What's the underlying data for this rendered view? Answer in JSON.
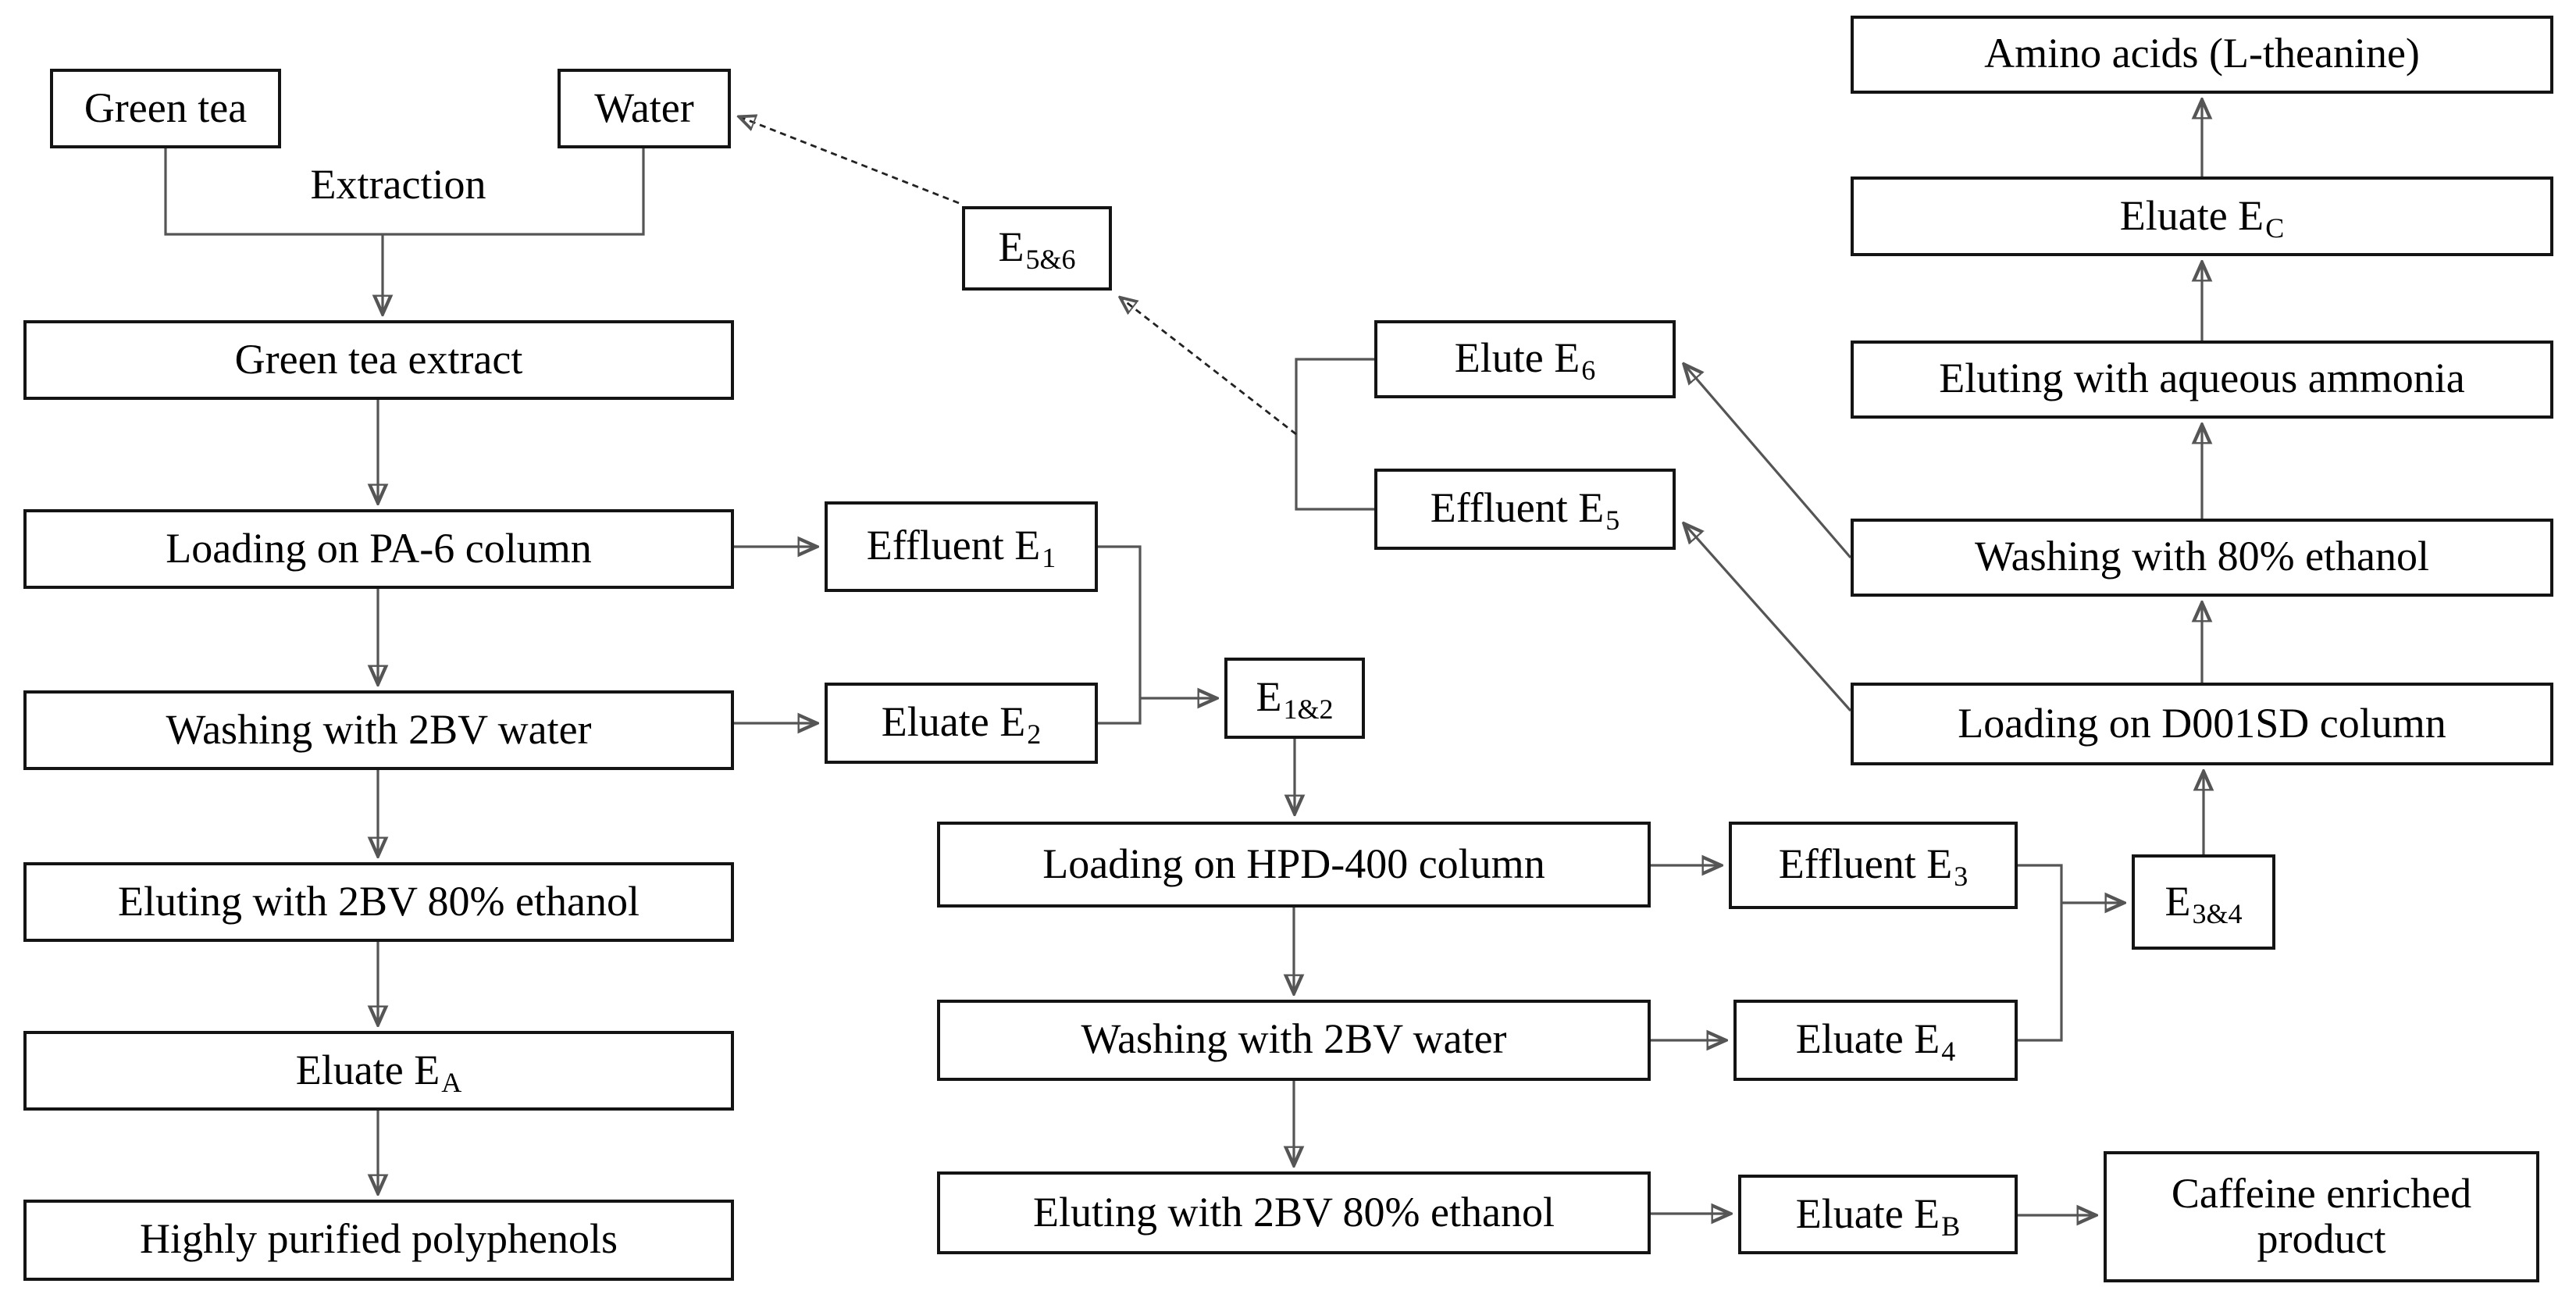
{
  "diagram": {
    "labels": {
      "extraction": "Extraction"
    },
    "nodes": {
      "green_tea": {
        "text": "Green tea"
      },
      "water": {
        "text": "Water"
      },
      "green_tea_extract": {
        "text": "Green tea extract"
      },
      "loading_pa6": {
        "text": "Loading on PA-6 column"
      },
      "washing_2bv_left": {
        "text": "Washing with 2BV water"
      },
      "eluting_2bv_left": {
        "text": "Eluting with 2BV 80% ethanol"
      },
      "eluate_ea": {
        "text": "Eluate E",
        "sub": "A"
      },
      "highly_purified": {
        "text": "Highly purified polyphenols"
      },
      "effluent_e1": {
        "text": "Effluent E",
        "sub": "1"
      },
      "eluate_e2": {
        "text": "Eluate E",
        "sub": "2"
      },
      "e12": {
        "text": "E",
        "sub": "1&2"
      },
      "loading_hpd400": {
        "text": "Loading on HPD-400 column"
      },
      "washing_2bv_mid": {
        "text": "Washing with 2BV water"
      },
      "eluting_2bv_mid": {
        "text": "Eluting with 2BV 80% ethanol"
      },
      "effluent_e3": {
        "text": "Effluent E",
        "sub": "3"
      },
      "eluate_e4": {
        "text": "Eluate E",
        "sub": "4"
      },
      "e34": {
        "text": "E",
        "sub": "3&4"
      },
      "eluate_eb": {
        "text": "Eluate E",
        "sub": "B"
      },
      "caffeine": {
        "text": "Caffeine enriched product"
      },
      "amino_acids": {
        "text": "Amino acids (L-theanine)"
      },
      "eluate_ec": {
        "text": "Eluate E",
        "sub": "C"
      },
      "eluting_ammonia": {
        "text": "Eluting with aqueous ammonia"
      },
      "washing_80": {
        "text": "Washing with 80% ethanol"
      },
      "loading_d001sd": {
        "text": "Loading on D001SD column"
      },
      "e56": {
        "text": "E",
        "sub": "5&6"
      },
      "elute_e6": {
        "text": "Elute E",
        "sub": "6"
      },
      "effluent_e5": {
        "text": "Effluent E",
        "sub": "5"
      }
    },
    "edges": [
      {
        "from": [
          "green_tea",
          "water"
        ],
        "to": "green_tea_extract",
        "label": "Extraction",
        "style": "solid"
      },
      {
        "from": "green_tea_extract",
        "to": "loading_pa6",
        "style": "solid"
      },
      {
        "from": "loading_pa6",
        "to": "effluent_e1",
        "style": "solid"
      },
      {
        "from": "loading_pa6",
        "to": "washing_2bv_left",
        "style": "solid"
      },
      {
        "from": "washing_2bv_left",
        "to": "eluate_e2",
        "style": "solid"
      },
      {
        "from": "washing_2bv_left",
        "to": "eluting_2bv_left",
        "style": "solid"
      },
      {
        "from": "eluting_2bv_left",
        "to": "eluate_ea",
        "style": "solid"
      },
      {
        "from": "eluate_ea",
        "to": "highly_purified",
        "style": "solid"
      },
      {
        "from": [
          "effluent_e1",
          "eluate_e2"
        ],
        "to": "e12",
        "style": "solid"
      },
      {
        "from": "e12",
        "to": "loading_hpd400",
        "style": "solid"
      },
      {
        "from": "loading_hpd400",
        "to": "effluent_e3",
        "style": "solid"
      },
      {
        "from": "loading_hpd400",
        "to": "washing_2bv_mid",
        "style": "solid"
      },
      {
        "from": "washing_2bv_mid",
        "to": "eluate_e4",
        "style": "solid"
      },
      {
        "from": "washing_2bv_mid",
        "to": "eluting_2bv_mid",
        "style": "solid"
      },
      {
        "from": "eluting_2bv_mid",
        "to": "eluate_eb",
        "style": "solid"
      },
      {
        "from": "eluate_eb",
        "to": "caffeine",
        "style": "solid"
      },
      {
        "from": [
          "effluent_e3",
          "eluate_e4"
        ],
        "to": "e34",
        "style": "solid"
      },
      {
        "from": "e34",
        "to": "loading_d001sd",
        "style": "solid"
      },
      {
        "from": "loading_d001sd",
        "to": "washing_80",
        "style": "solid"
      },
      {
        "from": "washing_80",
        "to": "eluting_ammonia",
        "style": "solid"
      },
      {
        "from": "eluting_ammonia",
        "to": "eluate_ec",
        "style": "solid"
      },
      {
        "from": "eluate_ec",
        "to": "amino_acids",
        "style": "solid"
      },
      {
        "from": "washing_80",
        "to": "elute_e6",
        "style": "solid"
      },
      {
        "from": "loading_d001sd",
        "to": "effluent_e5",
        "style": "solid"
      },
      {
        "from": [
          "elute_e6",
          "effluent_e5"
        ],
        "to": "e56",
        "style": "dashed"
      },
      {
        "from": "e56",
        "to": "water",
        "style": "dashed"
      }
    ],
    "colors": {
      "background": "#ffffff",
      "box_border": "#141414",
      "text": "#000000",
      "connector": "#555555",
      "arrowhead": "#000000"
    }
  }
}
